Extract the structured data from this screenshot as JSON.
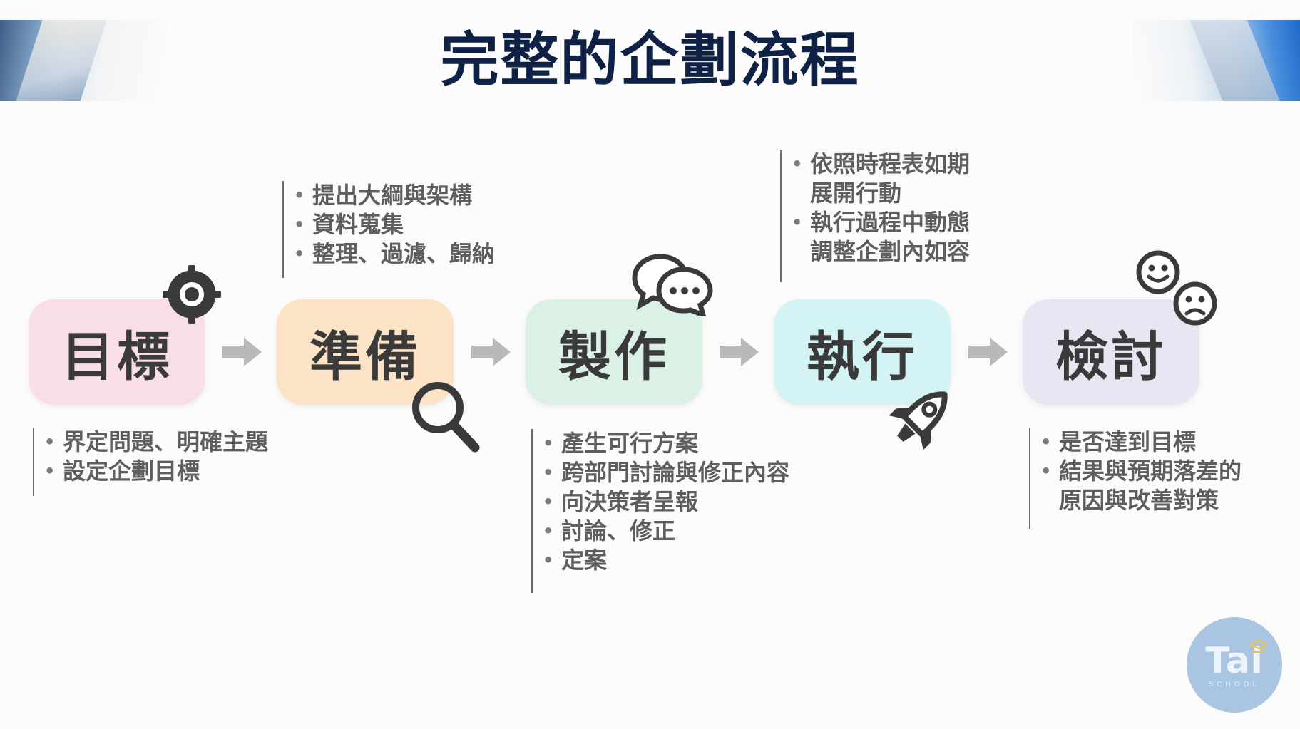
{
  "title": "完整的企劃流程",
  "steps": [
    {
      "label": "目標",
      "color": "#f9dde8",
      "icon": "target-icon",
      "notes": [
        "界定問題、明確主題",
        "設定企劃目標"
      ]
    },
    {
      "label": "準備",
      "color": "#fce3c5",
      "icon": "magnifier-icon",
      "notes": [
        "提出大綱與架構",
        "資料蒐集",
        "整理、過濾、歸納"
      ]
    },
    {
      "label": "製作",
      "color": "#dbf1e6",
      "icon": "chat-bubbles-icon",
      "notes": [
        "產生可行方案",
        "跨部門討論與修正內容",
        "向決策者呈報",
        "討論、修正",
        "定案"
      ]
    },
    {
      "label": "執行",
      "color": "#d4f3f5",
      "icon": "rocket-icon",
      "notes": [
        "依照時程表如期\n展開行動",
        "執行過程中動態\n調整企劃內如容"
      ]
    },
    {
      "label": "檢討",
      "color": "#e8e6f3",
      "icon": "smiley-faces-icon",
      "notes": [
        "是否達到目標",
        "結果與預期落差的\n原因與改善對策"
      ]
    }
  ],
  "arrow_color": "#b9b9b9",
  "icon_color": "#3a3a3a",
  "logo": {
    "main": "Tai",
    "sub": "SCHOOL"
  }
}
